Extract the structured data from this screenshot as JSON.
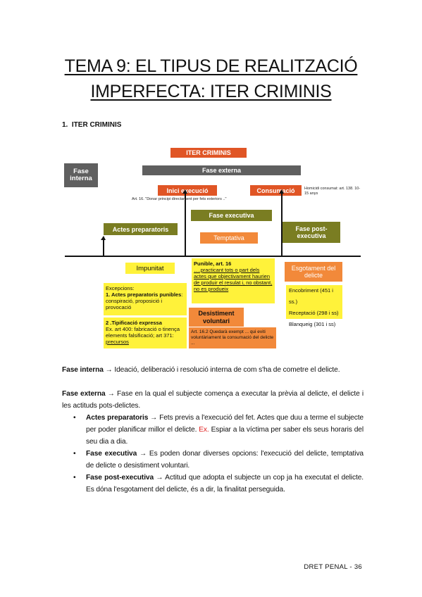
{
  "title": {
    "line1": "TEMA 9: EL TIPUS DE REALITZACIÓ",
    "line2": "IMPERFECTA: ITER CRIMINIS"
  },
  "section": {
    "number": "1.",
    "label": "ITER CRIMINIS"
  },
  "diagram": {
    "iter_criminis": "ITER CRIMINIS",
    "fase_interna": "Fase interna",
    "fase_externa": "Fase externa",
    "inici_execucio": "Inici execució",
    "art16_note": "Art. 16. \"Donar principi directament per fets exteriors ..\"",
    "consumacio": "Consumació",
    "homicidi_note": "Homicidi consumat: art. 138. 10-15 anys",
    "fase_executiva": "Fase executiva",
    "actes_preparatoris": "Actes preparatoris",
    "fase_post_executiva": "Fase post-executiva",
    "temptativa": "Temptativa",
    "impunitat": "Impunitat",
    "punible_title": "Punible, art. 16",
    "punible_text": "….practicant tots o part dels actes que objectivament haurien de produir el resulat i, no obstant, no es produeix",
    "esgotament": "Esgotament del delicte",
    "excepcions_title": "Excepcions:",
    "excepcions_1": "1. Actes preparatoris punibles",
    "excepcions_1_text": ": conspiració, proposició i provocació",
    "tipificacio_title": "2 .Tipificació expressa",
    "tipificacio_text": "Ex. art 400: fabricació o tinença elements falsificació; art 371:",
    "precursos": "precursos",
    "desistiment": "Desistiment voluntari",
    "desistiment_text": "Art. 16.2 Quedarà exempt ... qui eviti voluntàriament la consumació del delicte ...",
    "encobriment": "Encobriment (451 i ss.)",
    "receptacio": "Receptació (298 i ss)",
    "blanqueig": "Blanqueig (301 i ss)"
  },
  "paragraphs": {
    "interna_term": "Fase interna",
    "interna_text": "→ Ideació, deliberació i resolució interna de com s'ha de cometre el delicte.",
    "externa_term": "Fase externa",
    "externa_text": "→ Fase en la qual el subjecte comença a executar la prèvia al delicte, el delicte i les actituds pots-delictes.",
    "bullets": [
      {
        "term": "Actes preparatoris",
        "text": " → Fets previs a l'execució del fet. Actes que duu a terme el subjecte per poder planificar millor el delicte. ",
        "ex": "Ex.",
        "after": " Espiar a la víctima per saber els seus horaris del seu dia a dia."
      },
      {
        "term": "Fase executiva",
        "text": " → Es poden donar diverses opcions: l'execució del delicte, temptativa de delicte o desistiment voluntari."
      },
      {
        "term": "Fase post-executiva",
        "text": " → Actitud que adopta el subjecte un cop ja ha executat el delicte. Es dóna l'esgotament del delicte, és a dir, la finalitat perseguida."
      }
    ]
  },
  "footer": "DRET PENAL - 36",
  "colors": {
    "red": "#e05525",
    "gray": "#5f5f5f",
    "olive": "#7a7d22",
    "orange": "#f2893a",
    "yellow": "#fff23a",
    "accent_ex": "#e02020"
  }
}
